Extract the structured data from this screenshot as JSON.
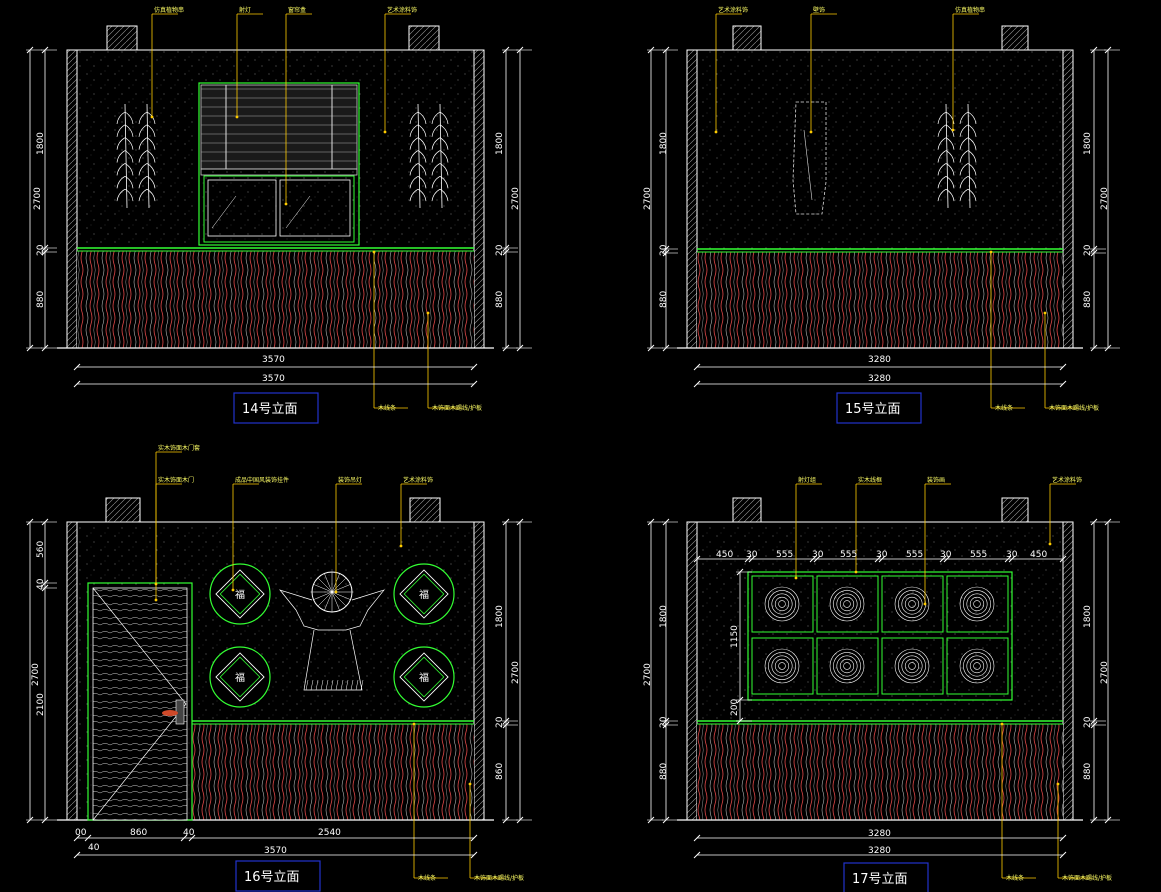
{
  "colors": {
    "background": "#000000",
    "wall_outline": "#ffffff",
    "accent_green": "#33ff33",
    "wood_red": "#e04848",
    "wood_white": "#d8d8d8",
    "leader_yellow": "#ffcc00",
    "title_box": "#2233cc"
  },
  "elevations": [
    {
      "id": "e14",
      "title": "14号立面",
      "annotations_top": [
        "仿真植物串",
        "射灯",
        "窗帘盒",
        "艺术涂料饰"
      ],
      "annotations_bottom": [
        "木线条",
        "木饰面木踢线/护板"
      ],
      "dims_left": [
        "2700",
        "1800",
        "20",
        "880"
      ],
      "dims_right": [
        "1800",
        "2700",
        "20",
        "880"
      ],
      "dims_bottom": [
        "3570",
        "3570"
      ]
    },
    {
      "id": "e15",
      "title": "15号立面",
      "annotations_top": [
        "艺术涂料饰",
        "壁饰",
        "仿真植物串"
      ],
      "annotations_bottom": [
        "木线条",
        "木饰面木踢线/护板"
      ],
      "dims_left": [
        "2700",
        "1800",
        "20",
        "880"
      ],
      "dims_right": [
        "1800",
        "2700",
        "20",
        "880"
      ],
      "dims_bottom": [
        "3280",
        "3280"
      ]
    },
    {
      "id": "e16",
      "title": "16号立面",
      "annotations_top": [
        "实木饰面木门套",
        "实木饰面木门",
        "成品中国风装饰挂件",
        "装饰吊灯",
        "艺术涂料饰"
      ],
      "annotations_bottom": [
        "木线条",
        "木饰面木踢线/护板"
      ],
      "door_character": "福",
      "dims_left": [
        "560",
        "2700",
        "40",
        "2100"
      ],
      "dims_right": [
        "1800",
        "2700",
        "20",
        "860"
      ],
      "dims_bottom_row1": [
        "00",
        "860",
        "40",
        "2540"
      ],
      "dims_bottom_row2": [
        "40",
        "3570"
      ]
    },
    {
      "id": "e17",
      "title": "17号立面",
      "annotations_top": [
        "射灯组",
        "实木线框",
        "装饰画",
        "艺术涂料饰"
      ],
      "annotations_bottom": [
        "木线条",
        "木饰面木踢线/护板"
      ],
      "dims_top": [
        "450",
        "30",
        "555",
        "30",
        "555",
        "30",
        "555",
        "30",
        "555",
        "30",
        "450"
      ],
      "dims_left": [
        "2700",
        "1800",
        "1150",
        "200",
        "20",
        "880"
      ],
      "dims_right": [
        "1800",
        "2700",
        "20",
        "880"
      ],
      "dims_bottom": [
        "3280",
        "3280"
      ]
    }
  ]
}
